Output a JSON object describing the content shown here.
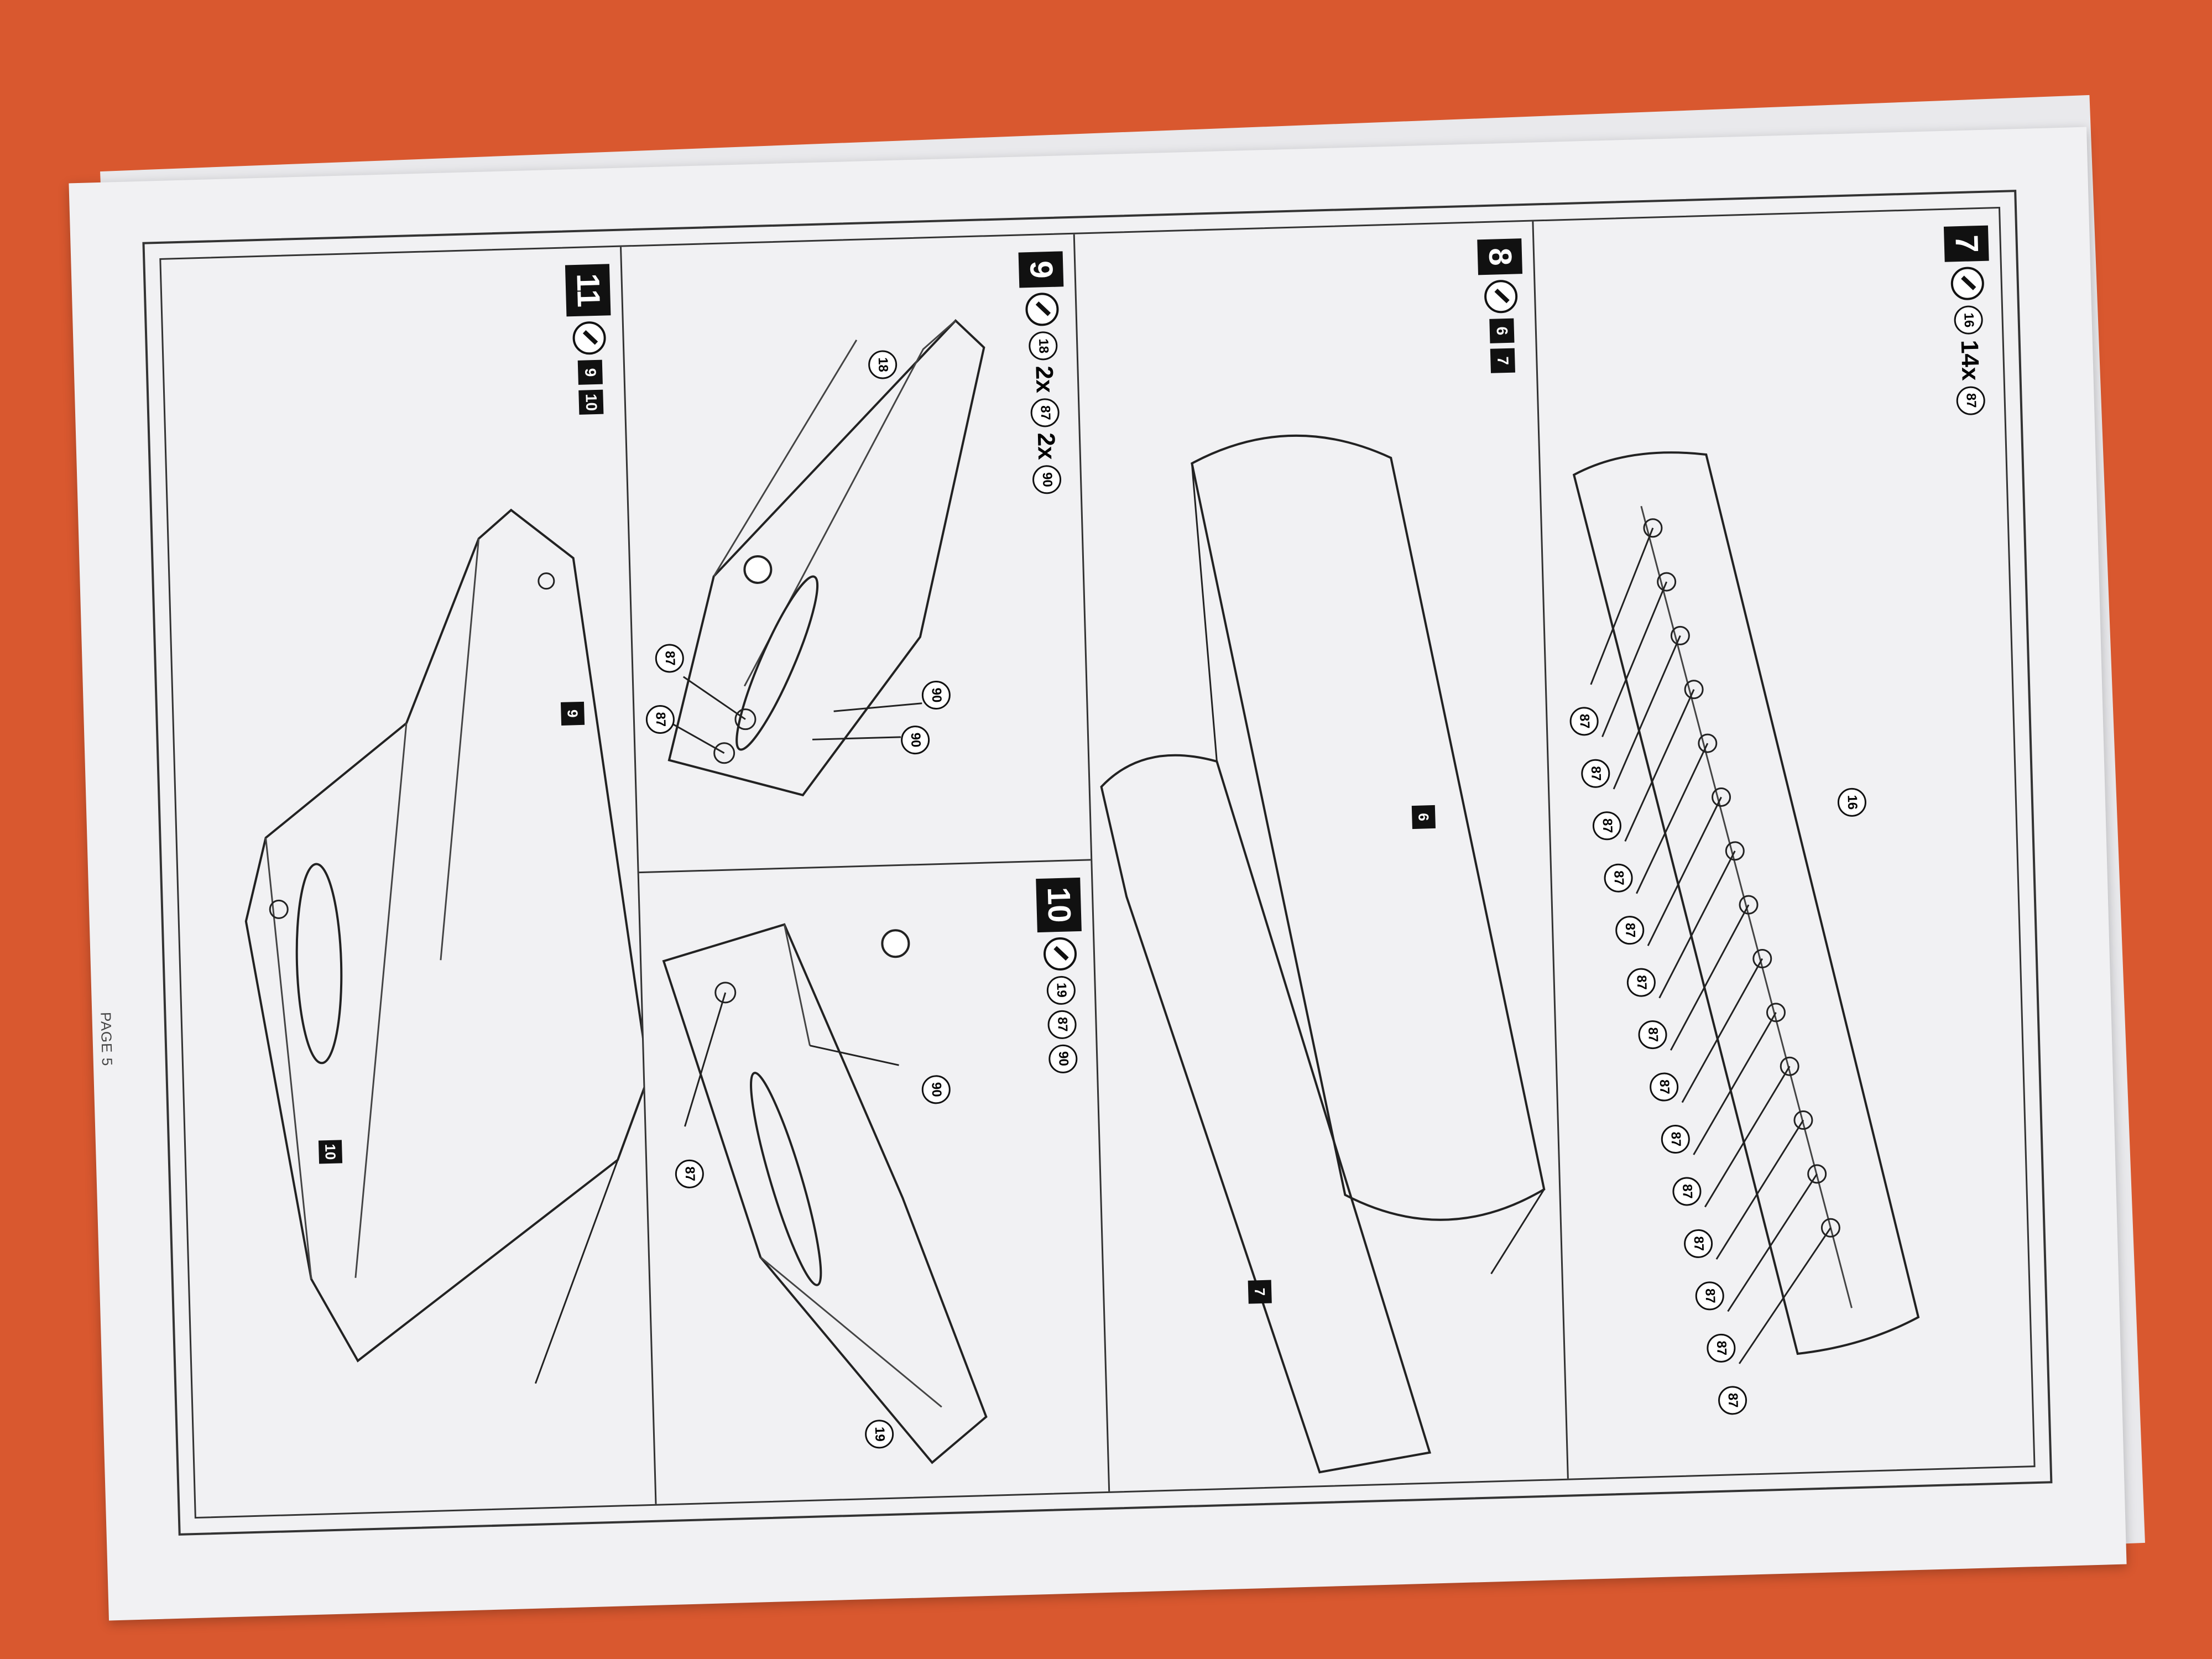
{
  "page_label": "PAGE 5",
  "steps": {
    "s7": {
      "num": "7",
      "refs": [
        "16"
      ],
      "qty": "14x",
      "qty_ref": "87",
      "callouts": [
        "16",
        "87",
        "87",
        "87",
        "87",
        "87",
        "87",
        "87",
        "87",
        "87",
        "87",
        "87",
        "87",
        "87",
        "87"
      ]
    },
    "s8": {
      "num": "8",
      "parts": [
        "6",
        "7"
      ],
      "callouts": [
        "6",
        "7"
      ]
    },
    "s9": {
      "num": "9",
      "refs": [
        "18"
      ],
      "qty1": "2x",
      "ref2": "87",
      "qty2": "2x",
      "ref3": "90",
      "callouts": [
        "18",
        "87",
        "87",
        "90",
        "90"
      ]
    },
    "s10": {
      "num": "10",
      "refs": [
        "19",
        "87",
        "90"
      ],
      "callouts": [
        "87",
        "90",
        "19"
      ]
    },
    "s11": {
      "num": "11",
      "parts": [
        "9",
        "10"
      ],
      "callouts": [
        "9",
        "10"
      ]
    }
  },
  "icons": {
    "glue": "glue-tube-icon",
    "drill": "drill-hole-icon"
  }
}
